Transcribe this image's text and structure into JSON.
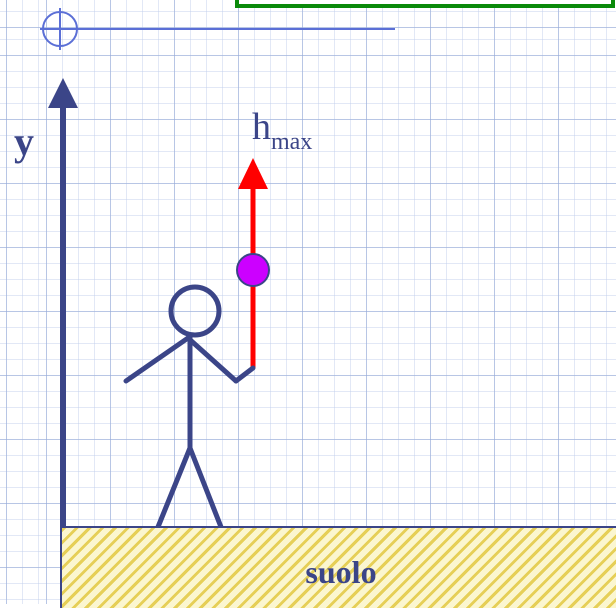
{
  "labels": {
    "y_axis": "y",
    "h_base": "h",
    "h_sub": "max",
    "ground": "suolo"
  },
  "colors": {
    "axis": "#3b4588",
    "arrow": "#ff0000",
    "ball": "#cc00ff",
    "frame": "#0a8a0a",
    "ground_hatch": "#e6cf57"
  }
}
